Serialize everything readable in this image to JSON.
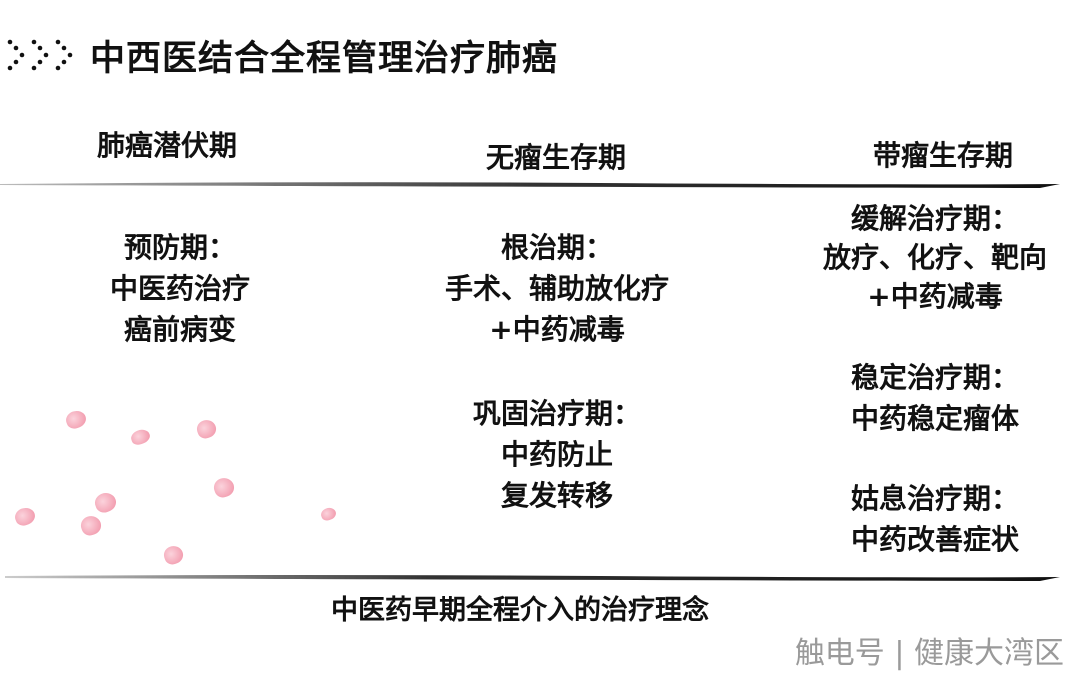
{
  "title": "中西医结合全程管理治疗肺癌",
  "columns": [
    {
      "header": "肺癌潜伏期",
      "blocks": [
        {
          "lines": [
            "预防期：",
            "中医药治疗",
            "癌前病变"
          ]
        }
      ]
    },
    {
      "header": "无瘤生存期",
      "blocks": [
        {
          "lines": [
            "根治期：",
            "手术、辅助放化疗",
            "+中药减毒"
          ]
        },
        {
          "lines": [
            "巩固治疗期：",
            "中药防止",
            "复发转移"
          ]
        }
      ]
    },
    {
      "header": "带瘤生存期",
      "blocks": [
        {
          "lines": [
            "缓解治疗期：",
            "放疗、化疗、靶向",
            "+中药减毒"
          ]
        },
        {
          "lines": [
            "稳定治疗期：",
            "中药稳定瘤体"
          ]
        },
        {
          "lines": [
            "姑息治疗期：",
            "中药改善症状"
          ]
        }
      ]
    }
  ],
  "footer": "中医药早期全程介入的治疗理念",
  "watermark": "触电号 | 健康大湾区",
  "colors": {
    "text": "#111111",
    "petal": "#f08ea3",
    "watermark": "#9a9a9a"
  }
}
